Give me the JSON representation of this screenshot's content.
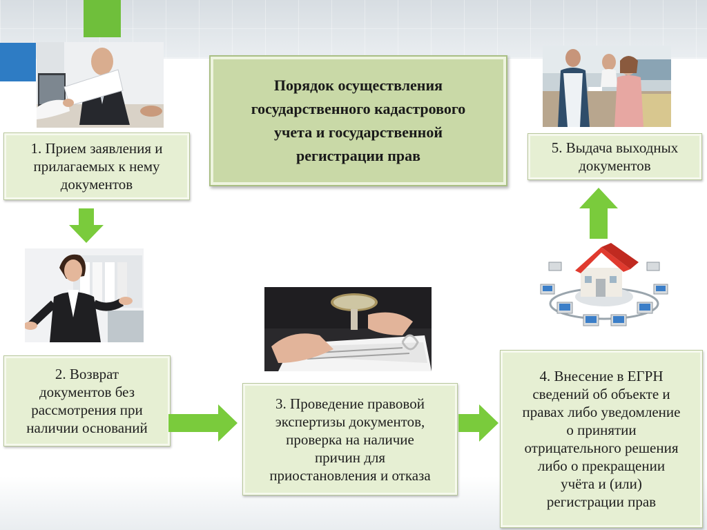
{
  "title": "Порядок осуществления\nгосударственного кадастрового\nучета и государственной\nрегистрации прав",
  "steps": [
    "1. Прием заявления и\nприлагаемых к нему\nдокументов",
    "2. Возврат\nдокументов без\nрассмотрения при\nналичии оснований",
    "3. Проведение правовой\nэкспертизы документов,\nпроверка на наличие\nпричин для\nприостановления и отказа",
    "4. Внесение в ЕГРН\nсведений об объекте и\nправах либо уведомление\nо принятии\nотрицательного решения\nлибо о прекращении\nучёта и (или)\nрегистрации прав",
    "5. Выдача выходных\nдокументов"
  ],
  "colors": {
    "box_fill": "#e6efd3",
    "title_fill": "#c9d9a7",
    "arrow": "#7acb3c",
    "accent_green": "#6fbf3b",
    "accent_blue": "#2e7cc4"
  },
  "icons": {
    "arrow_down": "arrow-down-icon",
    "arrow_right": "arrow-right-icon",
    "arrow_up": "arrow-up-icon"
  }
}
